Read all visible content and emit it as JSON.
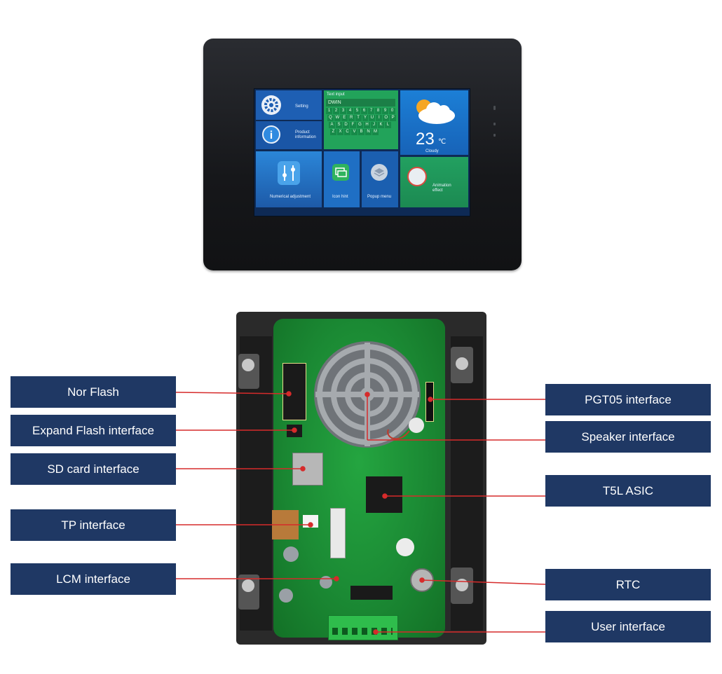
{
  "screen": {
    "setting_label": "Setting",
    "product_info_label": "Product information",
    "text_input_title": "Text input",
    "text_input_value": "DWIN",
    "keyboard_rows": [
      [
        "1",
        "2",
        "3",
        "4",
        "5",
        "6",
        "7",
        "8",
        "9",
        "0"
      ],
      [
        "Q",
        "W",
        "E",
        "R",
        "T",
        "Y",
        "U",
        "I",
        "O",
        "P"
      ],
      [
        "A",
        "S",
        "D",
        "F",
        "G",
        "H",
        "J",
        "K",
        "L"
      ],
      [
        "Z",
        "X",
        "C",
        "V",
        "B",
        "N",
        "M"
      ]
    ],
    "temperature": "23",
    "temp_unit": "℃",
    "weather": "Cloudy",
    "numerical_label": "Numerical adjustment",
    "icon_hint_label": "Icon hint",
    "popup_label": "Popup menu",
    "animation_label": "Animation effect"
  },
  "callouts": {
    "nor_flash": "Nor Flash",
    "expand_flash": "Expand Flash interface",
    "sd_card": "SD card interface",
    "tp": "TP interface",
    "lcm": "LCM interface",
    "pgt05": "PGT05 interface",
    "speaker": "Speaker interface",
    "t5l": "T5L ASIC",
    "rtc": "RTC",
    "user": "User interface"
  },
  "colors": {
    "callout_bg": "#1f3864",
    "leader_line": "#d62b2b",
    "pcb_green": "#1b8a34"
  }
}
